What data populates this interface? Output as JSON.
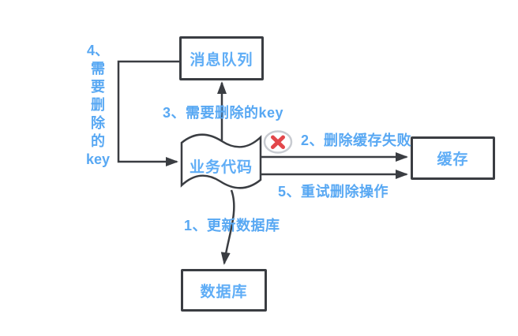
{
  "diagram_type": "flowchart",
  "colors": {
    "node_border": "#3A3D42",
    "edge_line": "#3A3D42",
    "node_text": "#5FADF6",
    "label_text": "#58A8F3",
    "error_red": "#E2474B",
    "error_ring": "#C8CBD1"
  },
  "nodes": {
    "message_queue": {
      "label": "消息队列",
      "shape": "rectangle"
    },
    "business_code": {
      "label": "业务代码",
      "shape": "wavy-tape"
    },
    "cache": {
      "label": "缓存",
      "shape": "rectangle"
    },
    "database": {
      "label": "数据库",
      "shape": "rectangle"
    }
  },
  "edges": {
    "step1": {
      "label": "1、更新数据库",
      "from": "business_code",
      "to": "database"
    },
    "step2": {
      "label": "2、删除缓存失败",
      "from": "business_code",
      "to": "cache",
      "status_icon": "error-x-icon"
    },
    "step3": {
      "label": "3、需要删除的key",
      "from": "business_code",
      "to": "message_queue"
    },
    "step4": {
      "label": "4、需要删除的key",
      "lines": [
        "4、",
        "需",
        "要",
        "删",
        "除",
        "的",
        "key"
      ],
      "from": "message_queue",
      "to": "business_code"
    },
    "step5": {
      "label": "5、重试删除操作",
      "from": "business_code",
      "to": "cache"
    }
  }
}
